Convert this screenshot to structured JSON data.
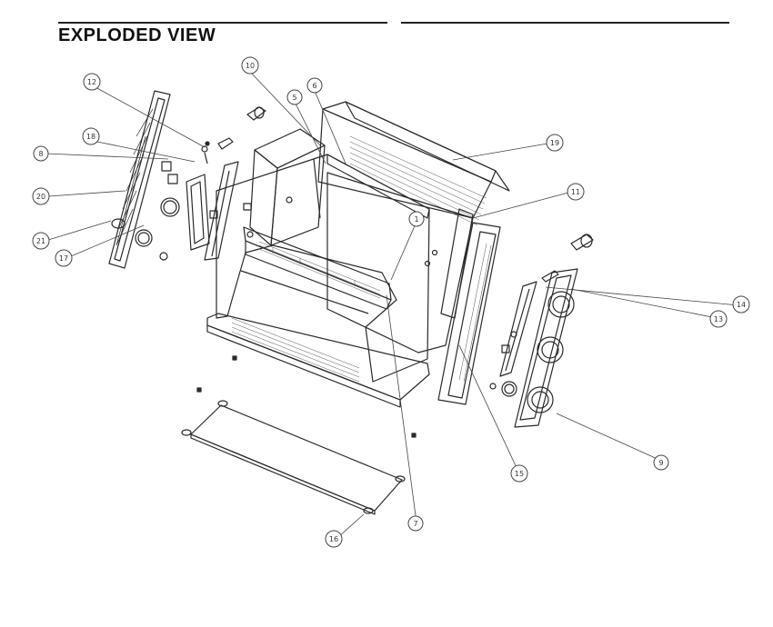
{
  "title": "EXPLODED VIEW",
  "callouts": [
    "1",
    "5",
    "6",
    "7",
    "8",
    "9",
    "10",
    "11",
    "12",
    "13",
    "14",
    "15",
    "16",
    "17",
    "18",
    "19",
    "20",
    "21"
  ],
  "colors": {
    "ink": "#2a2a2a",
    "line": "#555555",
    "background": "#ffffff"
  }
}
